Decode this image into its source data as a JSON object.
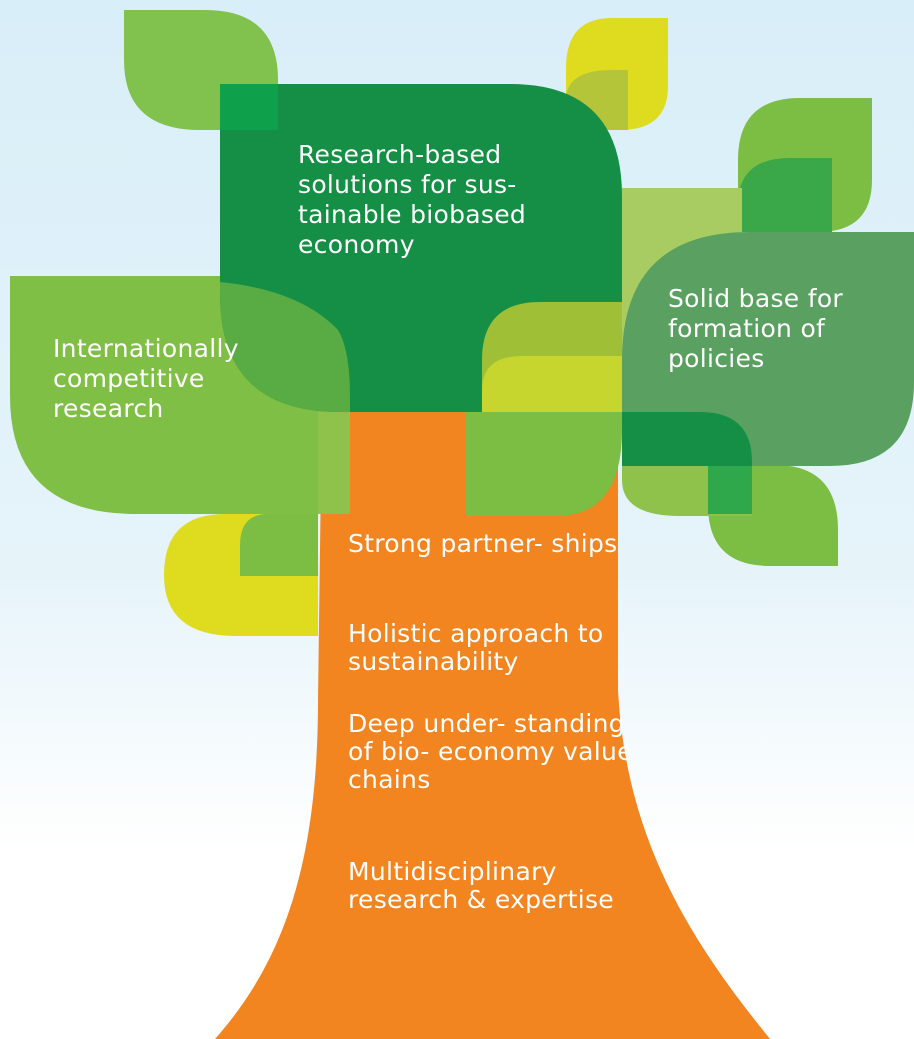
{
  "diagram": {
    "canopy": {
      "top": "Research-based solutions for sus- tainable biobased economy",
      "left": "Internationally competitive research",
      "right": "Solid base for formation of policies"
    },
    "trunk_items": [
      "Strong partner- ships",
      "Holistic approach to sustainability",
      "Deep under- standing of bio- economy value chains",
      "Multidisciplinary research & expertise"
    ]
  },
  "colors": {
    "trunk": "#f28520",
    "dark_green": "#168f46",
    "light_green": "#7cbe44",
    "lime": "#dfdc1f",
    "policy_green": "#5aa060",
    "sky": "#d8eef8"
  }
}
